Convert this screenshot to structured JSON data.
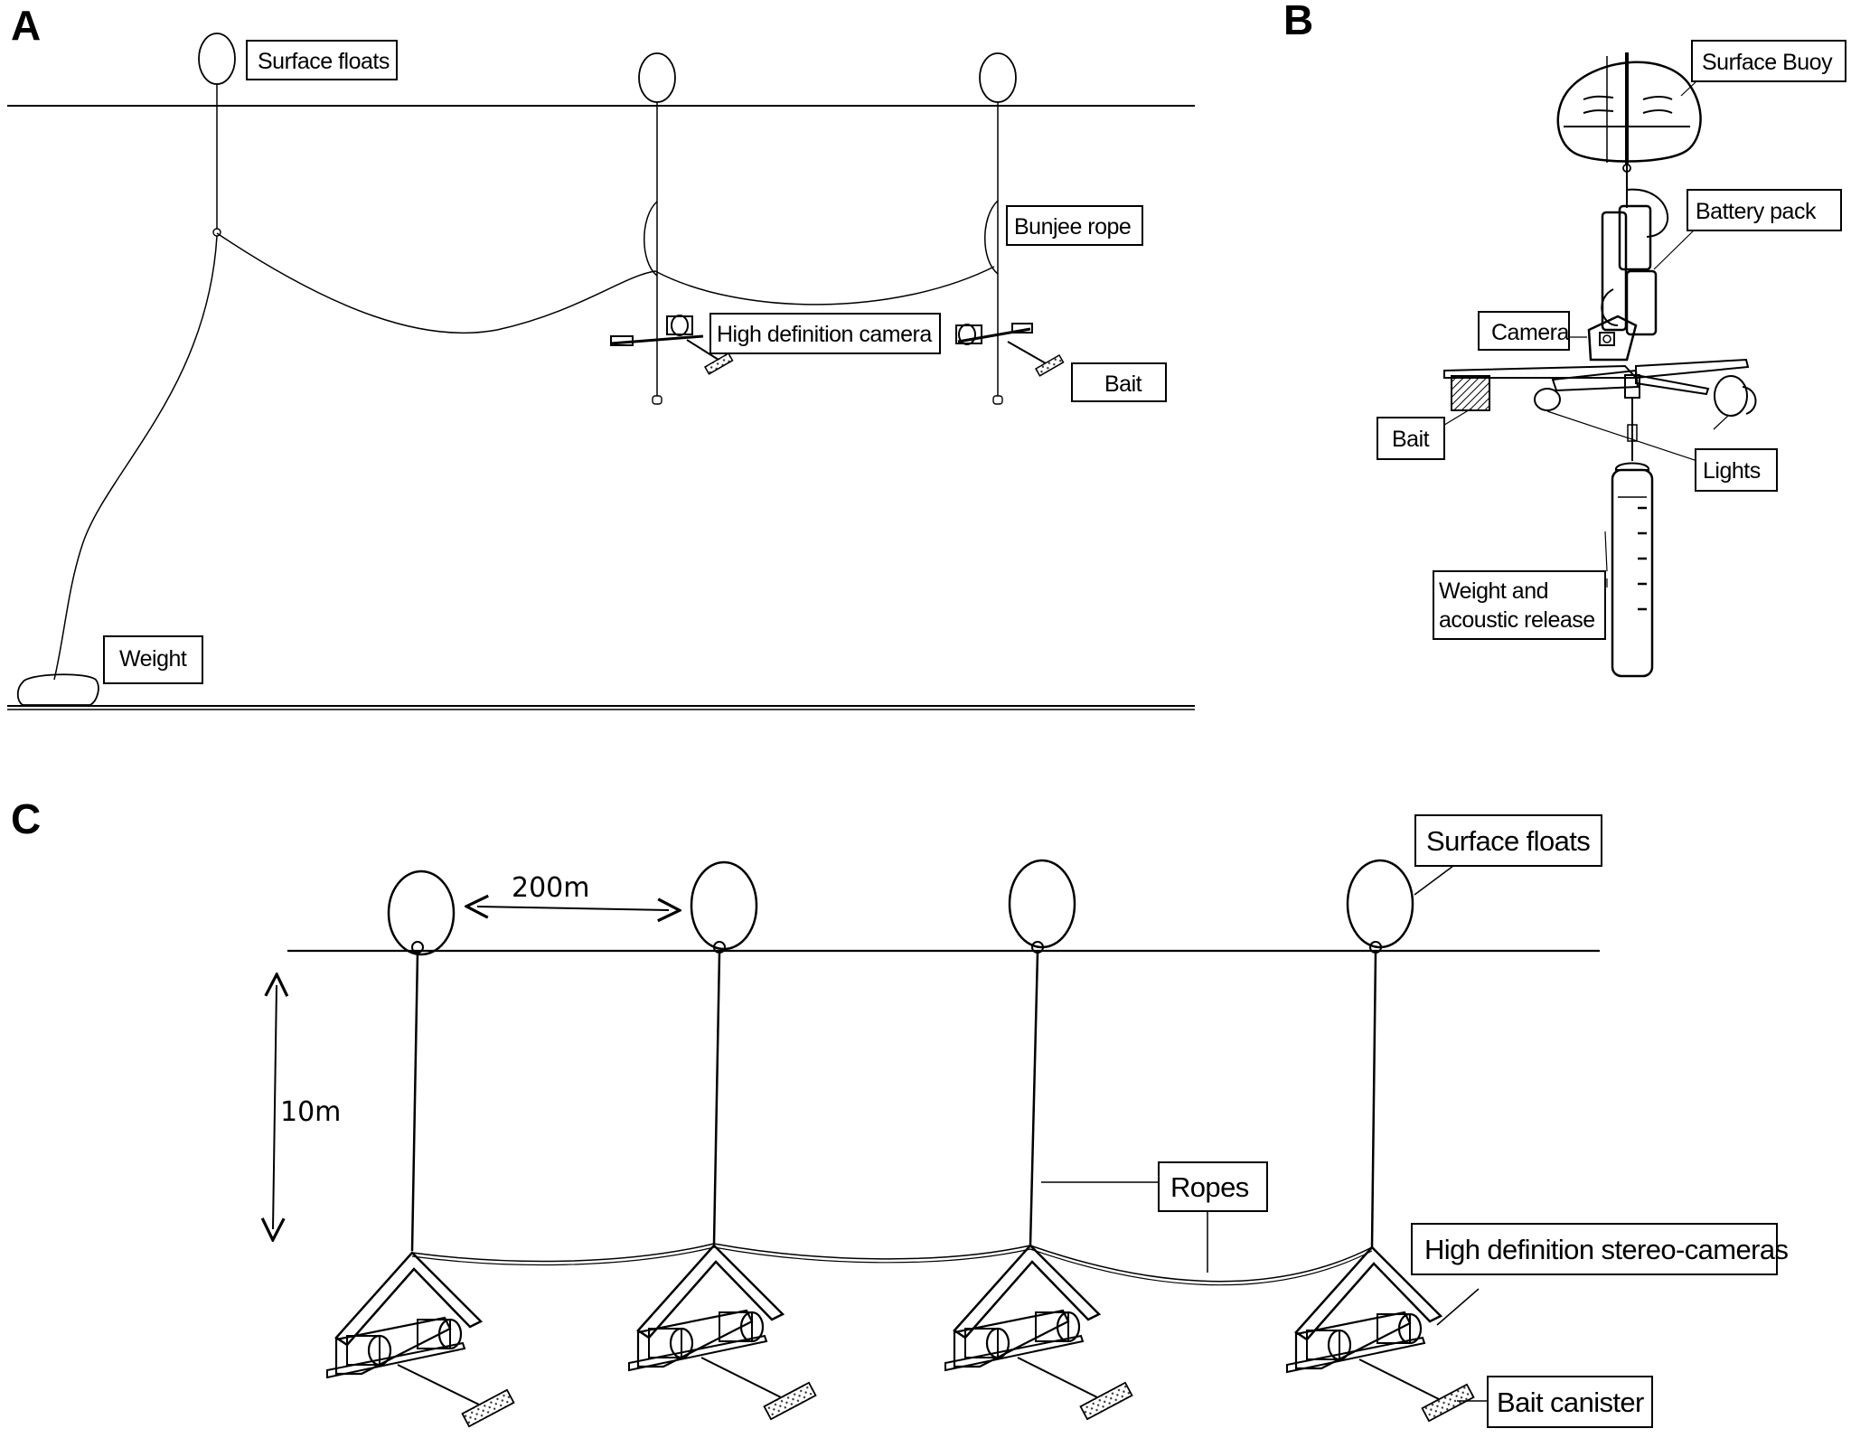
{
  "panels": {
    "a": {
      "letter": "A",
      "labels": {
        "surface_floats": "Surface floats",
        "bunjee_rope": "Bunjee rope",
        "hd_camera": "High definition camera",
        "bait": "Bait",
        "weight": "Weight"
      }
    },
    "b": {
      "letter": "B",
      "labels": {
        "surface_buoy": "Surface Buoy",
        "battery_pack": "Battery pack",
        "camera": "Camera",
        "bait": "Bait",
        "lights": "Lights",
        "weight_line1": "Weight and",
        "weight_line2": "acoustic release"
      }
    },
    "c": {
      "letter": "C",
      "labels": {
        "surface_floats": "Surface floats",
        "ropes": "Ropes",
        "stereo_cameras": "High definition stereo-cameras",
        "bait_canister": "Bait canister"
      },
      "dimensions": {
        "spacing": "200m",
        "depth": "10m"
      }
    }
  }
}
